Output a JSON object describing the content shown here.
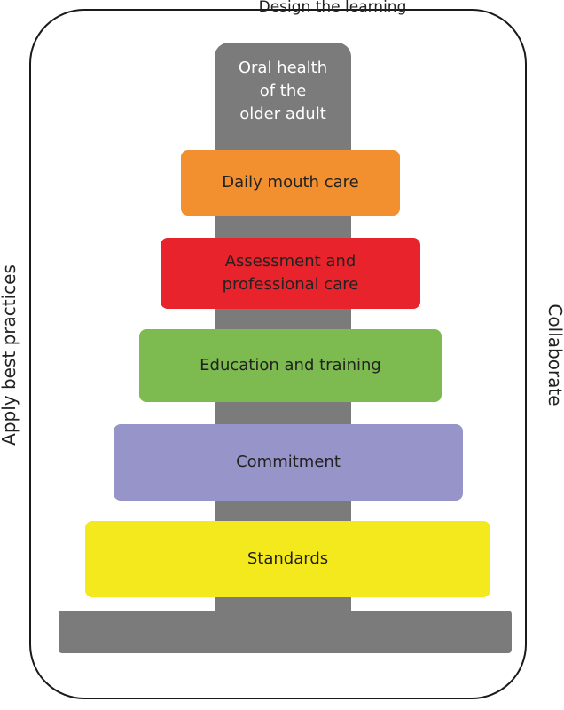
{
  "top_label": "Design the learning",
  "pillar_label": "Oral health\nof the\nolder adult",
  "tiers": [
    {
      "label": "Daily mouth care",
      "color": "#f28f2f"
    },
    {
      "label": "Assessment and\nprofessional care",
      "color": "#e8232b"
    },
    {
      "label": "Education and training",
      "color": "#7dba4f"
    },
    {
      "label": "Commitment",
      "color": "#9694c8"
    },
    {
      "label": "Standards",
      "color": "#f4e91d"
    }
  ],
  "side_left_label": "Apply best practices",
  "side_right_label": "Collaborate",
  "colors": {
    "pillar": "#7b7b7b",
    "frame": "#1a1a1a"
  }
}
